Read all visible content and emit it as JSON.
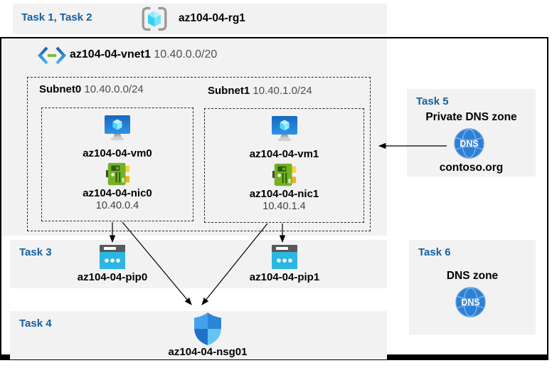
{
  "colors": {
    "task_label_blue": "#15609f",
    "panel_gray": "#f2f2f2",
    "frame_black": "#000000",
    "public_ip_cyan": "#2cb6e2",
    "nic_green": "#74b125",
    "dns_blue": "#2e80d6",
    "vm_blue": "#1767c0"
  },
  "icons": [
    "resource-group-icon",
    "virtual-network-icon",
    "virtual-machine-icon",
    "network-interface-icon",
    "public-ip-icon",
    "nsg-shield-icon",
    "dns-zone-icon"
  ],
  "header": {
    "tasks_label": "Task 1, Task 2",
    "rg_name": "az104-04-rg1"
  },
  "vnet": {
    "name": "az104-04-vnet1",
    "cidr": "10.40.0.0/20"
  },
  "subnets": [
    {
      "label": "Subnet0",
      "cidr": "10.40.0.0/24",
      "vm": "az104-04-vm0",
      "nic": "az104-04-nic0",
      "ip": "10.40.0.4"
    },
    {
      "label": "Subnet1",
      "cidr": "10.40.1.0/24",
      "vm": "az104-04-vm1",
      "nic": "az104-04-nic1",
      "ip": "10.40.1.4"
    }
  ],
  "task3": {
    "label": "Task 3",
    "pips": [
      {
        "name": "az104-04-pip0"
      },
      {
        "name": "az104-04-pip1"
      }
    ]
  },
  "task4": {
    "label": "Task 4",
    "nsg_name": "az104-04-nsg01"
  },
  "task5": {
    "label": "Task 5",
    "title": "Private DNS zone",
    "zone_name": "contoso.org",
    "dns_badge": "DNS"
  },
  "task6": {
    "label": "Task 6",
    "title": "DNS zone",
    "dns_badge": "DNS"
  }
}
